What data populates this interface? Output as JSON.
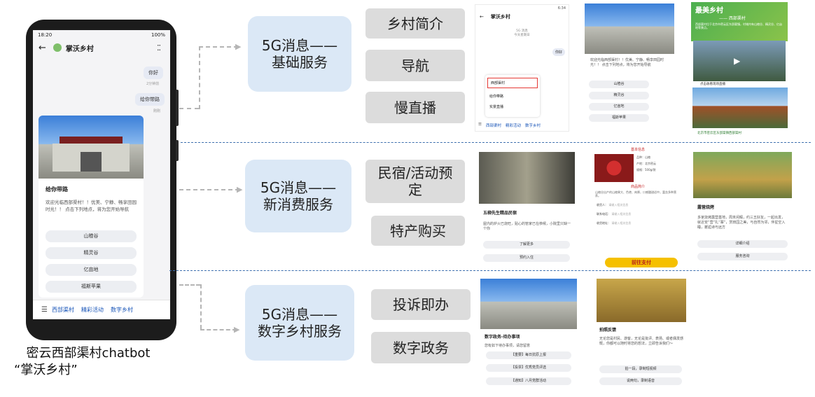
{
  "phone": {
    "time": "18:20",
    "battery": "100%",
    "title": "掌沃乡村",
    "messages": [
      {
        "text": "你好",
        "time": "2分钟前"
      },
      {
        "text": "给你带路",
        "time": "刚刚"
      }
    ],
    "card": {
      "title": "给你带路",
      "body": "欢迎光临西部渠村！！优美、宁静、畅享田园时光！！ 点击下列地点，将为您开始导航",
      "options": [
        "山楂谷",
        "精灵谷",
        "亿亩地",
        "福斯苹果"
      ]
    },
    "menu": [
      "西部渠村",
      "精彩活动",
      "数字乡村"
    ]
  },
  "caption": {
    "line1": "密云西部渠村chatbot",
    "line2": "“掌沃乡村”"
  },
  "sections": [
    {
      "title_line1": "5G消息——",
      "title_line2": "基础服务",
      "items": [
        "乡村简介",
        "导航",
        "慢直播"
      ]
    },
    {
      "title_line1": "5G消息——",
      "title_line2": "新消费服务",
      "items": [
        "民宿/活动预定",
        "特产购买"
      ]
    },
    {
      "title_line1": "5G消息——",
      "title_line2": "数字乡村服务",
      "items": [
        "投诉即办",
        "数字政务"
      ]
    }
  ],
  "shots": {
    "s1": {
      "title": "掌沃乡村",
      "sub1": "5G 消息",
      "sub2": "今天星期日",
      "msg": "你好",
      "menu": [
        "西部渠村",
        "给你带路",
        "实景直播"
      ],
      "bar": [
        "西部渠村",
        "精彩活动",
        "数字乡村"
      ],
      "time": "6:34"
    },
    "s2": {
      "body": "欢迎光临西部渠村！！优美、宁静、畅享田园时光！！ 点击下列地点，将为您开始导航",
      "options": [
        "山楂谷",
        "精灵谷",
        "亿亩地",
        "福斯苹果"
      ]
    },
    "s3": {
      "banner_title": "最美乡村",
      "banner_sub": "—— 西部渠村",
      "banner_text": "西部渠村位于北京市密云区东邵渠镇，村域内有山楂谷、精灵谷、亿亩地等景点。",
      "live": "点击收看现场直播",
      "addr": "北京市密云区东邵渠镇西部渠村"
    },
    "s4": {
      "title": "五柳先生精品民宿",
      "body": "屋内的炉火已烧旺，贴心的管家已在恭候，小院里只缺一个你",
      "buttons": [
        "了解更多",
        "预约入住"
      ]
    },
    "s5": {
      "head1": "基本信息",
      "head2": "商品简介",
      "rows": [
        "品种：山楂",
        "产地：北京密云",
        "规格：500g/袋"
      ],
      "desc": "山楂谷出产的山楂果大、色艳、肉厚，口感酸甜适中，富含多种营养。",
      "fields": [
        "收货人：",
        "联系电话：",
        "收货地址："
      ],
      "hint": "请输入相关信息",
      "pay": "前往支付"
    },
    "s6": {
      "title": "露营烧烤",
      "body": "多家烧烤露营基地，周末闲暇，约三五好友，一起出发，就近安“营”扎“寨”，赏田园之美，与自然为邻，伴星空入睡，邂逅诗与远方",
      "buttons": [
        "详细介绍",
        "服务咨询"
      ]
    },
    "s7": {
      "title": "数字政务-待办事项",
      "body": "您有如下待办事项，请您留意",
      "items": [
        "【重要】每日抗原上报",
        "【投票】优秀党员评选",
        "【通知】八月党群活动"
      ]
    },
    "s8": {
      "title": "拍照反馈",
      "body": "无论您是村民、游客，无论是批评、表扬、或者偶发感慨，你都可以随时将您的想法，立即告诉我们～",
      "buttons": [
        "拍一段，录制短视频",
        "说两句，录制语音"
      ]
    }
  },
  "colors": {
    "accent": "#1a56b8",
    "category_bg": "#dbe8f6",
    "item_bg": "#dcdcdc",
    "separator": "#3d6fae",
    "pay_button": "#f5c000"
  }
}
